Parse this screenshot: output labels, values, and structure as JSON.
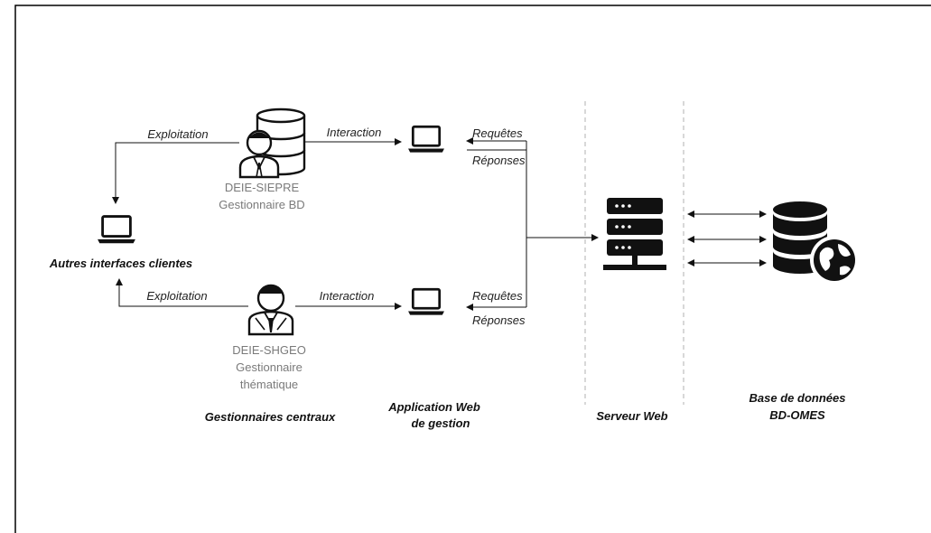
{
  "labels": {
    "exploitation_top": "Exploitation",
    "interaction_top": "Interaction",
    "requetes_top": "Requêtes",
    "reponses_top": "Réponses",
    "siepre_name": "DEIE-SIEPRE",
    "siepre_role": "Gestionnaire BD",
    "autres_interfaces": "Autres interfaces clientes",
    "exploitation_bottom": "Exploitation",
    "interaction_bottom": "Interaction",
    "requetes_bottom": "Requêtes",
    "reponses_bottom": "Réponses",
    "shgeo_name": "DEIE-SHGEO",
    "shgeo_role_line1": "Gestionnaire",
    "shgeo_role_line2": "thématique",
    "gestionnaires_centraux": "Gestionnaires centraux",
    "app_web_line1": "Application Web",
    "app_web_line2": "de gestion",
    "serveur_web": "Serveur Web",
    "base_line1": "Base de données",
    "base_line2": "BD-OMES"
  },
  "icons": {
    "db_admin": "database-user-icon",
    "laptop": "laptop-icon",
    "server": "server-icon",
    "database_web": "database-globe-icon",
    "user": "user-tie-icon"
  },
  "colors": {
    "ink": "#111111",
    "muted_text": "#7a7a7a",
    "dashed_line": "#b0b0b0",
    "frame": "#000000"
  }
}
